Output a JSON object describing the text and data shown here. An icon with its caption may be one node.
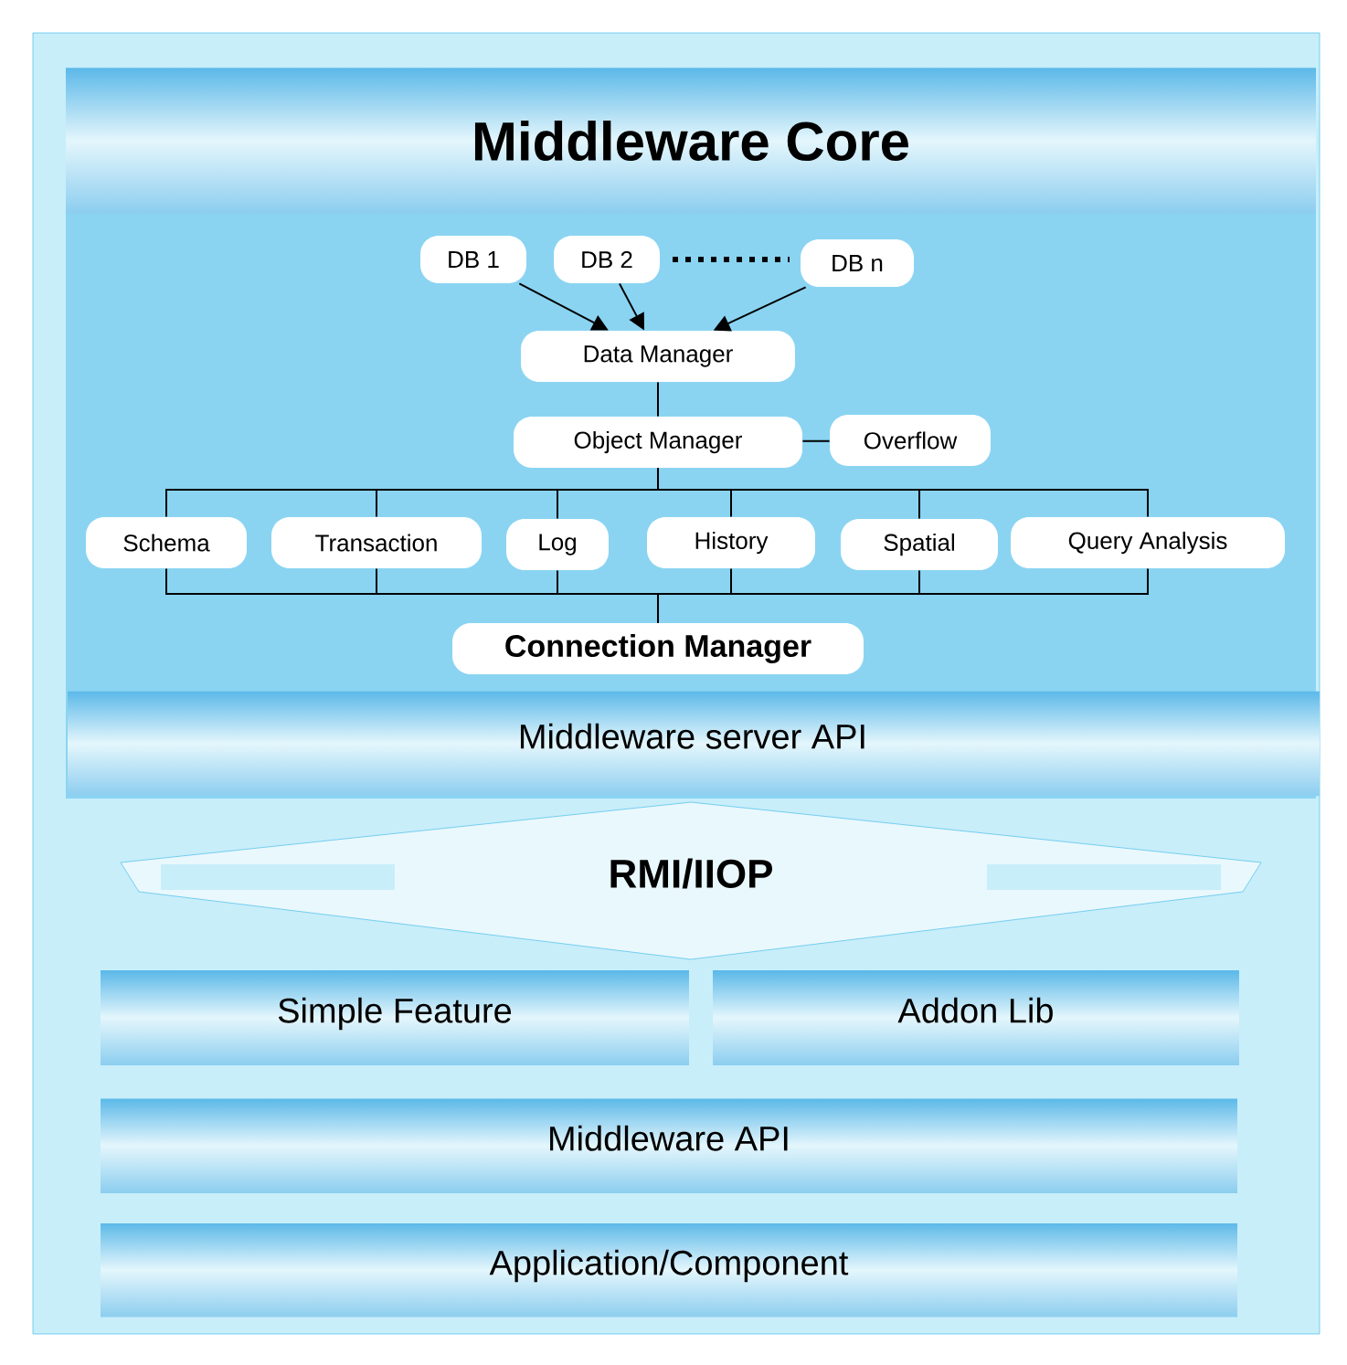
{
  "diagram": {
    "nodes": [
      {
        "text": [
          "Middleware Core"
        ]
      },
      {
        "text": [
          "DB 1"
        ],
        "in": 0
      },
      {
        "text": [
          "DB 2"
        ],
        "in": 0
      },
      {
        "text": [
          "DB n"
        ],
        "in": 0
      },
      {
        "text": [
          "Data Manager"
        ],
        "in": 0
      },
      {
        "text": [
          "Object Manager"
        ],
        "in": 0
      },
      {
        "text": [
          "Overflow"
        ],
        "in": 0
      },
      {
        "text": [
          "Schema"
        ],
        "in": 0
      },
      {
        "text": [
          "Transaction"
        ],
        "in": 0
      },
      {
        "text": [
          "Log"
        ],
        "in": 0
      },
      {
        "text": [
          "History"
        ],
        "in": 0
      },
      {
        "text": [
          "Spatial"
        ],
        "in": 0
      },
      {
        "text": [
          "Query Analysis"
        ],
        "in": 0
      },
      {
        "text": [
          "Connection Manager"
        ],
        "in": 0
      },
      {
        "text": [
          "Middleware server API"
        ],
        "in": 0
      },
      {
        "text": [
          "RMI/IIOP"
        ]
      },
      {
        "text": [
          "Simple Feature"
        ]
      },
      {
        "text": [
          "Addon Lib"
        ]
      },
      {
        "text": [
          "Middleware API"
        ]
      },
      {
        "text": [
          "Application/Component"
        ]
      }
    ],
    "edges": [
      {
        "from": 1,
        "to": 4,
        "arrow": "to"
      },
      {
        "from": 2,
        "to": 4,
        "arrow": "to"
      },
      {
        "from": 3,
        "to": 4,
        "arrow": "to"
      },
      {
        "from": 4,
        "to": 5,
        "arrow": "none"
      },
      {
        "from": 6,
        "to": 5,
        "arrow": "none"
      },
      {
        "from": 5,
        "to": 7,
        "arrow": "none"
      },
      {
        "from": 5,
        "to": 8,
        "arrow": "none"
      },
      {
        "from": 5,
        "to": 9,
        "arrow": "none"
      },
      {
        "from": 5,
        "to": 10,
        "arrow": "none"
      },
      {
        "from": 5,
        "to": 11,
        "arrow": "none"
      },
      {
        "from": 5,
        "to": 12,
        "arrow": "none"
      },
      {
        "from": 7,
        "to": 13,
        "arrow": "none"
      },
      {
        "from": 8,
        "to": 13,
        "arrow": "none"
      },
      {
        "from": 9,
        "to": 13,
        "arrow": "none"
      },
      {
        "from": 10,
        "to": 13,
        "arrow": "none"
      },
      {
        "from": 11,
        "to": 13,
        "arrow": "none"
      },
      {
        "from": 12,
        "to": 13,
        "arrow": "none"
      }
    ]
  }
}
